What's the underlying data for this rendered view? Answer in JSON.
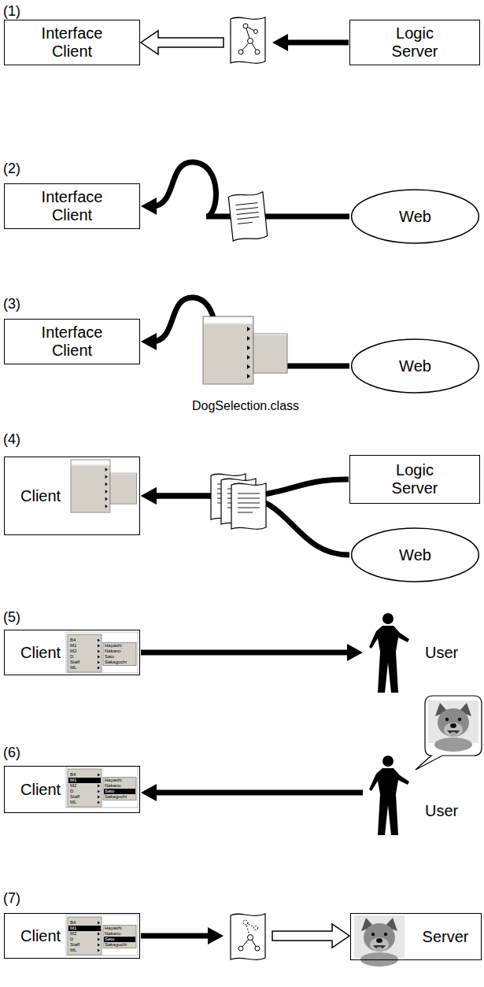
{
  "diagram": {
    "nodes": [
      {
        "text": [
          "Interface Client"
        ]
      },
      {
        "text": [
          "Logic Server"
        ]
      },
      {
        "text": [
          "Interface Client"
        ]
      },
      {
        "text": [
          "Web"
        ]
      },
      {
        "text": [
          "Interface Client"
        ]
      },
      {
        "text": [
          "Web"
        ]
      },
      {
        "text": [
          "Client"
        ]
      },
      {
        "text": [
          "Logic Server"
        ]
      },
      {
        "text": [
          "Web"
        ]
      },
      {
        "text": [
          "Client"
        ]
      },
      {
        "text": [
          "User"
        ]
      },
      {
        "text": [
          "Client"
        ]
      },
      {
        "text": [
          "User"
        ]
      },
      {
        "text": [
          "Client"
        ]
      },
      {
        "text": [
          "Server"
        ]
      }
    ],
    "edges": [
      {
        "from": 1,
        "to": 0,
        "arrow": "to"
      },
      {
        "from": 3,
        "to": 2,
        "arrow": "to"
      },
      {
        "from": 5,
        "to": 4,
        "arrow": "to"
      },
      {
        "from": 7,
        "to": 6,
        "arrow": "to"
      },
      {
        "from": 8,
        "to": 6,
        "arrow": "to"
      },
      {
        "from": 9,
        "to": 10,
        "arrow": "to"
      },
      {
        "from": 12,
        "to": 11,
        "arrow": "to"
      },
      {
        "from": 13,
        "to": 14,
        "arrow": "to"
      }
    ],
    "labels": [
      "(1)",
      "(2)",
      "(3)",
      "DogSelection.class",
      "(4)",
      "(5)",
      "B4",
      "M1",
      "M2",
      "D",
      "Staff",
      "ML",
      "Hayashi",
      "Nakano",
      "Sato",
      "Sakaguchi",
      "(6)",
      "B4",
      "M1",
      "M2",
      "D",
      "Staff",
      "ML",
      "Hayashi",
      "Nakano",
      "Sato",
      "Sakaguchi",
      "(7)",
      "B4",
      "M1",
      "M2",
      "D",
      "Staff",
      "ML",
      "Hayashi",
      "Nakano",
      "Sato",
      "Sakaguchi"
    ]
  }
}
